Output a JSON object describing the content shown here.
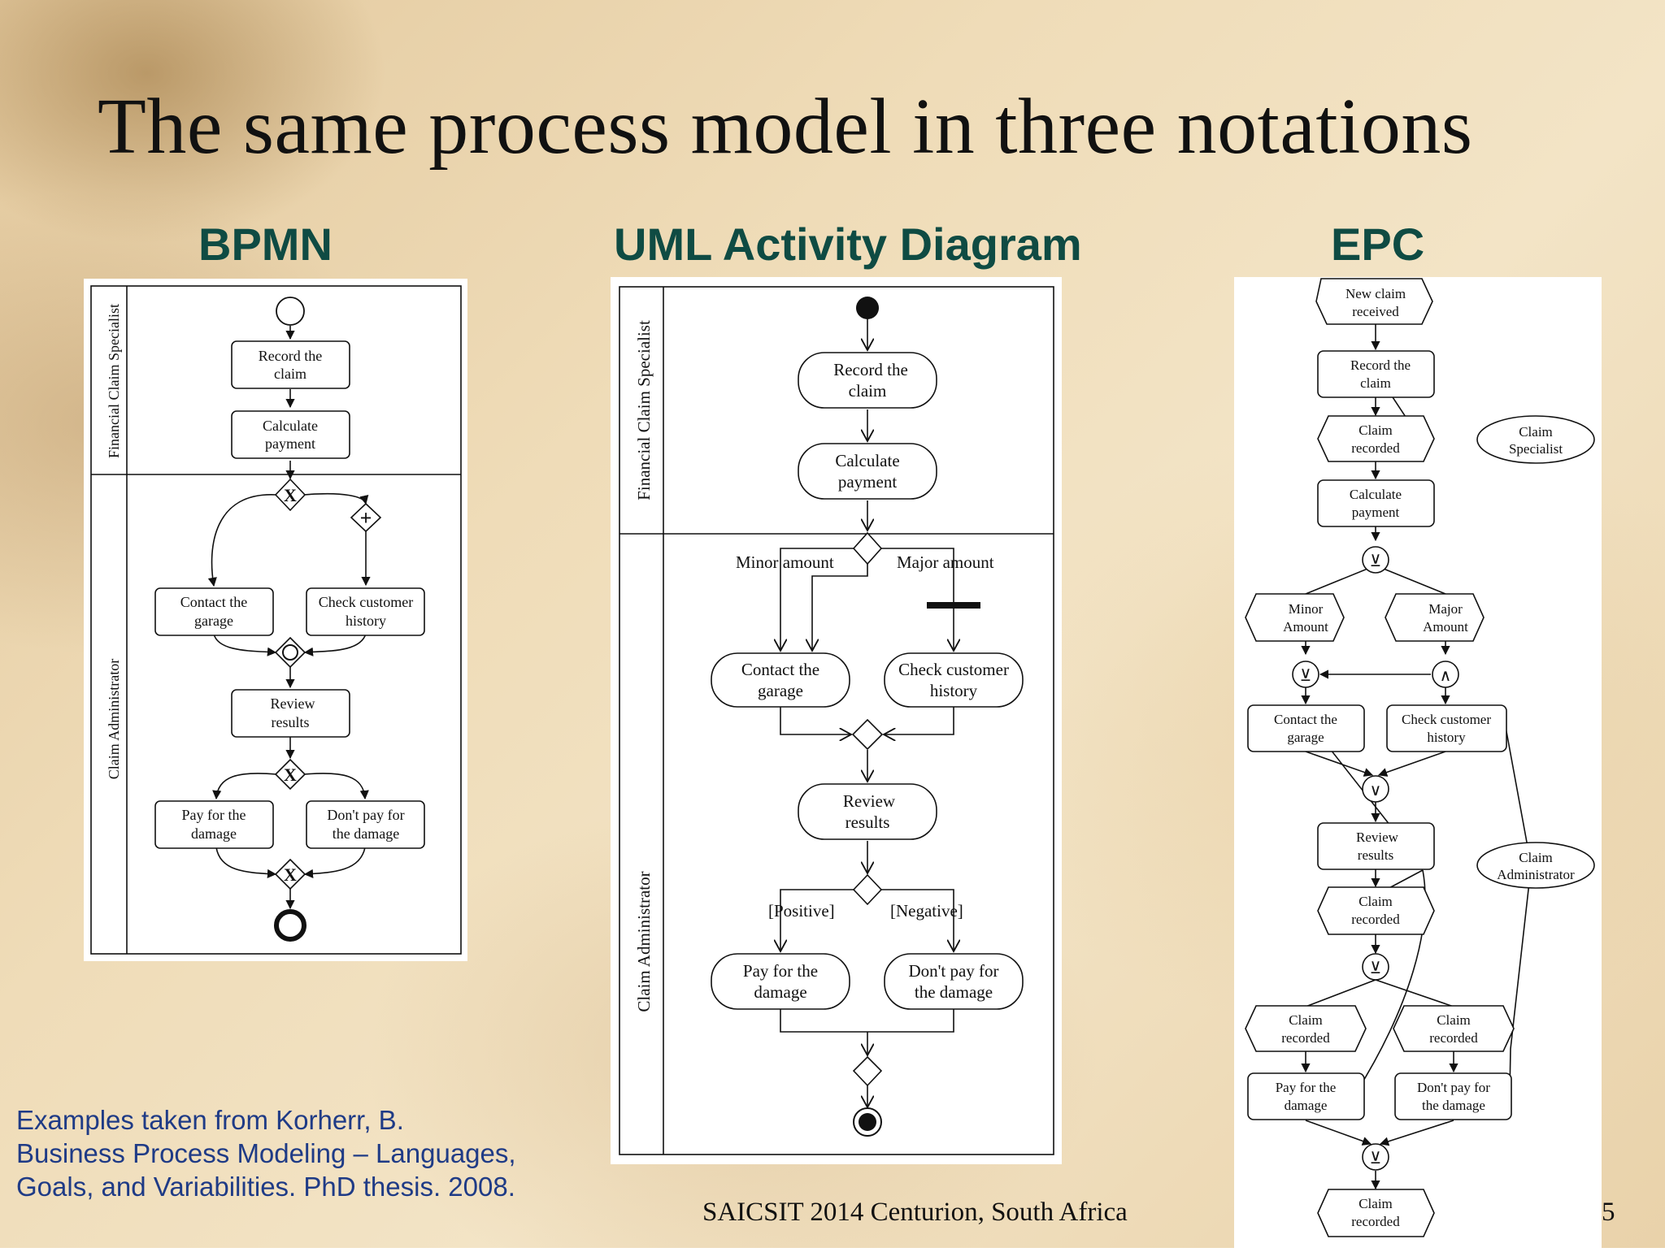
{
  "slide": {
    "title": "The same process model in three notations",
    "page_number": "5",
    "footer": "SAICSIT 2014 Centurion, South Africa",
    "credit_lines": [
      "Examples taken from Korherr, B.",
      "Business Process Modeling  – Languages,",
      "Goals, and Variabilities.  PhD thesis. 2008."
    ]
  },
  "headings": {
    "bpmn": "BPMN",
    "uml": "UML Activity Diagram",
    "epc": "EPC"
  },
  "bpmn": {
    "lane_top": "Financial Claim Specialist",
    "lane_bottom": "Claim Administrator",
    "tasks": [
      [
        "Record the",
        "claim"
      ],
      [
        "Calculate",
        "payment"
      ],
      [
        "Contact the",
        "garage"
      ],
      [
        "Check customer",
        "history"
      ],
      [
        "Review",
        "results"
      ],
      [
        "Pay for the",
        "damage"
      ],
      [
        "Don't pay for",
        "the damage"
      ]
    ],
    "gateway_symbols": {
      "xor": "X",
      "and": "+"
    }
  },
  "uml": {
    "lane_top": "Financial Claim Specialist",
    "lane_bottom": "Claim Administrator",
    "actions": [
      [
        "Record the",
        "claim"
      ],
      [
        "Calculate",
        "payment"
      ],
      [
        "Contact the",
        "garage"
      ],
      [
        "Check customer",
        "history"
      ],
      [
        "Review",
        "results"
      ],
      [
        "Pay for the",
        "damage"
      ],
      [
        "Don't pay for",
        "the damage"
      ]
    ],
    "guards": [
      "Minor amount",
      "Major amount",
      "[Positive]",
      "[Negative]"
    ]
  },
  "epc": {
    "events": [
      [
        "New claim",
        "received"
      ],
      [
        "Claim",
        "recorded"
      ],
      [
        "Minor",
        "Amount"
      ],
      [
        "Major",
        "Amount"
      ],
      [
        "Claim",
        "recorded"
      ],
      [
        "Claim",
        "recorded"
      ],
      [
        "Claim",
        "recorded"
      ],
      [
        "Claim",
        "recorded"
      ]
    ],
    "functions": [
      [
        "Record the",
        "claim"
      ],
      [
        "Calculate",
        "payment"
      ],
      [
        "Contact the",
        "garage"
      ],
      [
        "Check customer",
        "history"
      ],
      [
        "Review",
        "results"
      ],
      [
        "Pay for the",
        "damage"
      ],
      [
        "Don't pay for",
        "the damage"
      ]
    ],
    "org_units": [
      [
        "Claim",
        "Specialist"
      ],
      [
        "Claim",
        "Administrator"
      ]
    ],
    "connector_symbols": {
      "xor": "⊻",
      "and": "∧",
      "or": "∨"
    }
  }
}
